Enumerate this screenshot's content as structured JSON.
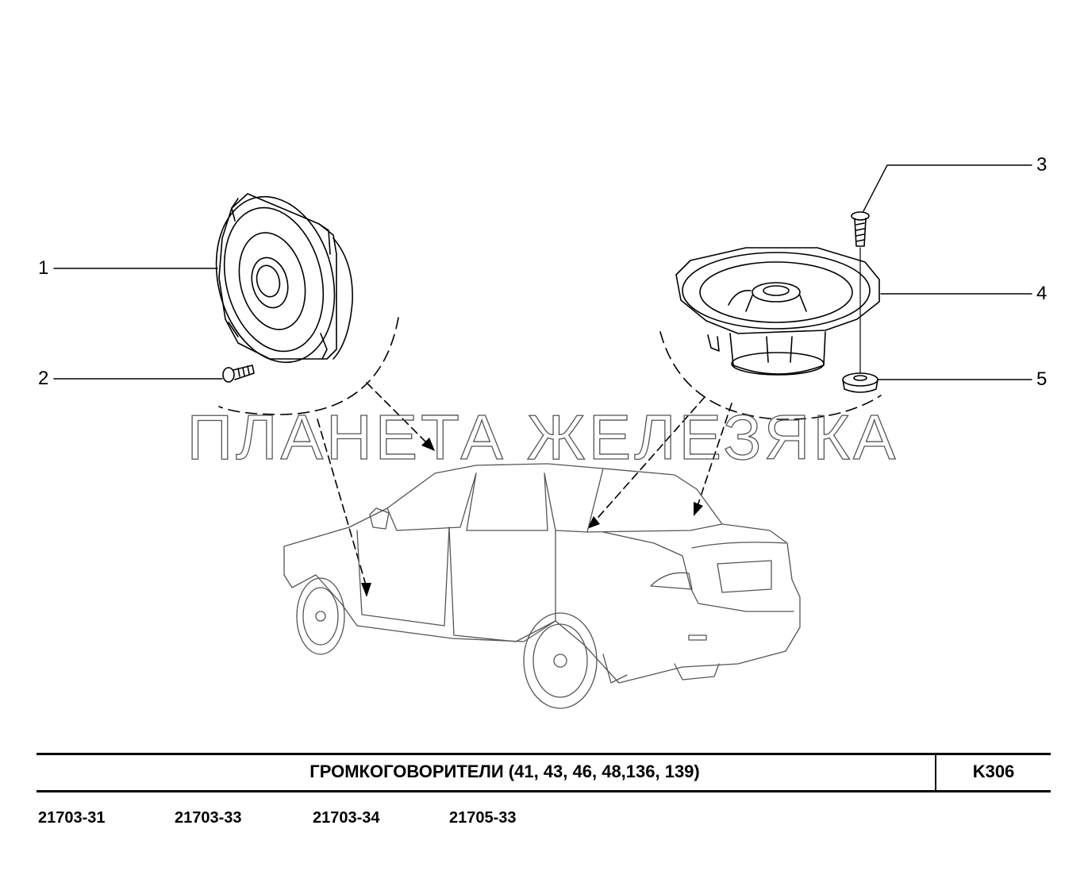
{
  "callouts": [
    "1",
    "2",
    "3",
    "4",
    "5"
  ],
  "watermark": "ПЛАНЕТА ЖЕЛЕЗЯКА",
  "title": "ГРОМКОГОВОРИТЕЛИ  (41, 43, 46, 48,136, 139)",
  "sheet_code": "K306",
  "model_codes": [
    "21703-31",
    "21703-33",
    "21703-34",
    "21705-33"
  ]
}
